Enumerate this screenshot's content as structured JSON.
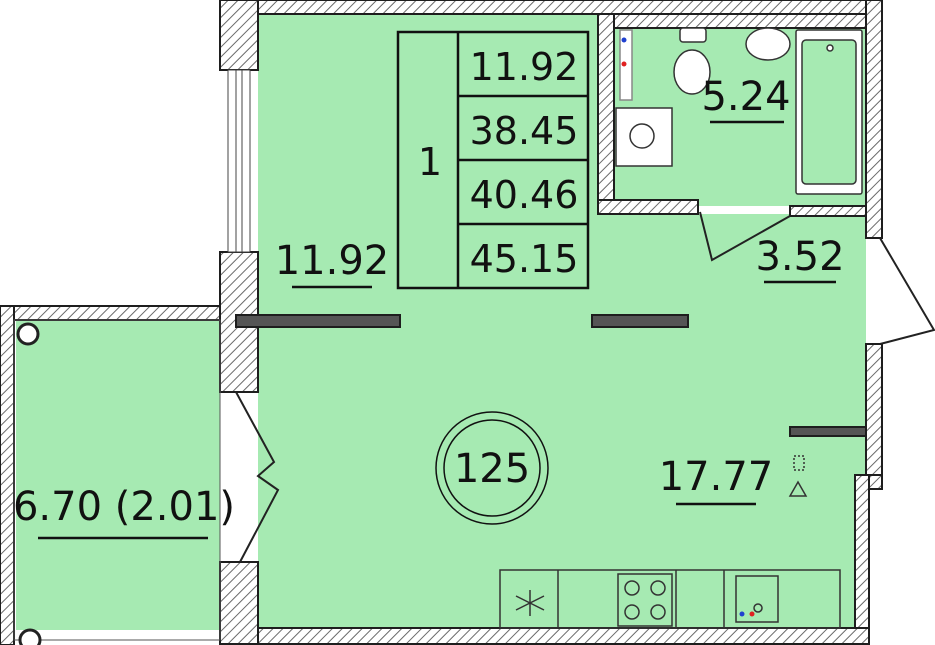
{
  "info_table": {
    "rooms": "1",
    "values": [
      "11.92",
      "38.45",
      "40.46",
      "45.15"
    ]
  },
  "rooms": {
    "living_area": "11.92",
    "bathroom_area": "5.24",
    "hallway_area": "3.52",
    "kitchen_area": "17.77",
    "balcony_area": "6.70 (2.01)"
  },
  "apartment_number": "125",
  "colors": {
    "room_fill": "#a6eab2",
    "wall": "#2b2b2b",
    "hatch": "#777777"
  }
}
